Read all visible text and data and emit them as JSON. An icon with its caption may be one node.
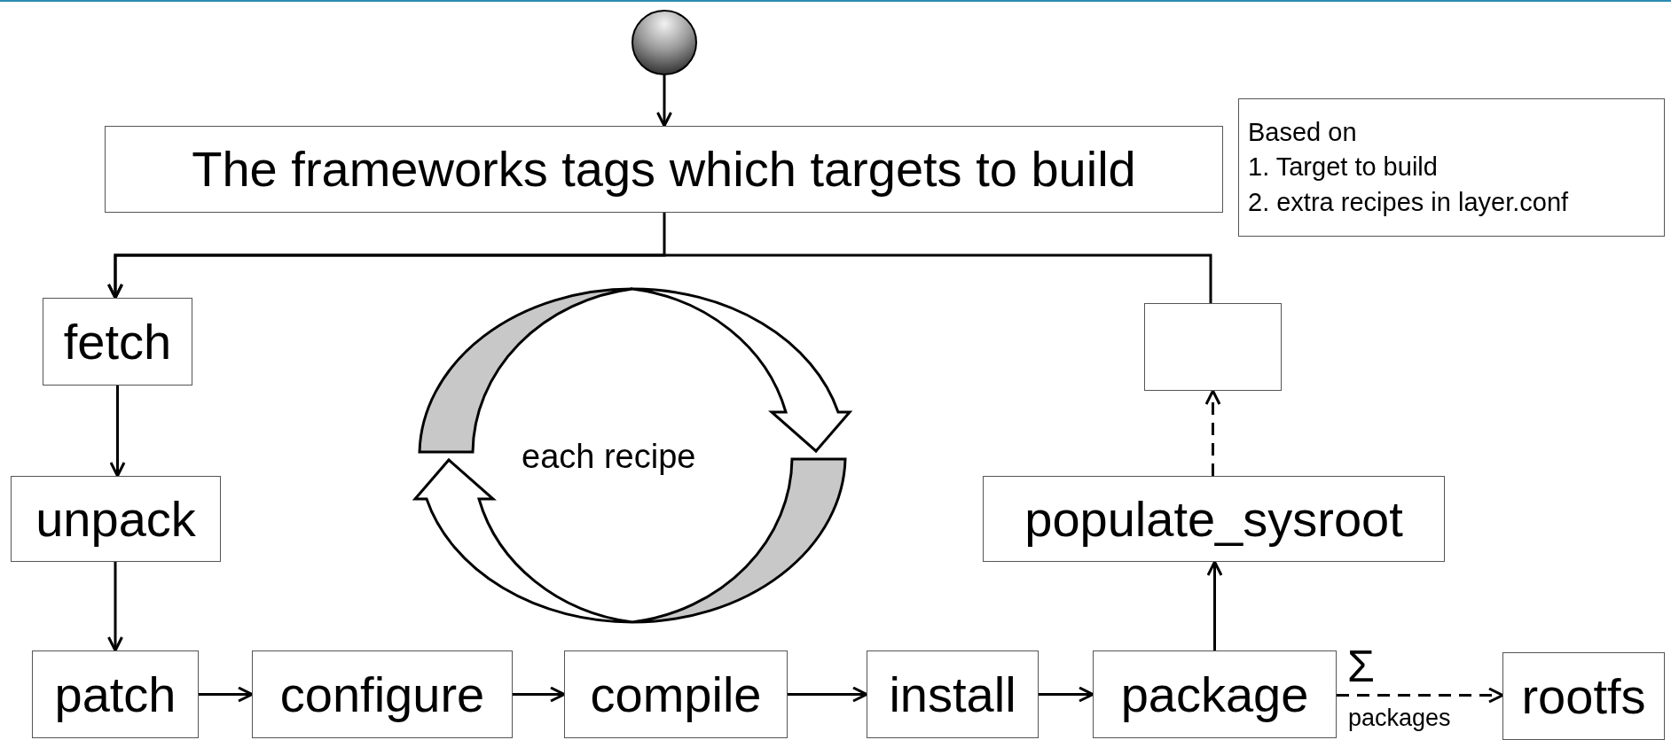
{
  "diagram": {
    "nodes": [
      {
        "text": [],
        "shape": "circle"
      },
      {
        "text": [
          "The frameworks tags which targets to build"
        ]
      },
      {
        "text": [
          "Based on",
          "1. Target to build",
          "2. extra recipes in layer.conf"
        ]
      },
      {
        "text": [
          "fetch"
        ]
      },
      {
        "text": [
          "unpack"
        ]
      },
      {
        "text": [],
        "shape": "box"
      },
      {
        "text": [
          "populate_sysroot"
        ]
      },
      {
        "text": [
          "patch"
        ]
      },
      {
        "text": [
          "configure"
        ]
      },
      {
        "text": [
          "compile"
        ]
      },
      {
        "text": [
          "install"
        ]
      },
      {
        "text": [
          "package"
        ]
      },
      {
        "text": [
          "rootfs"
        ]
      }
    ],
    "edges": [
      {
        "from": 0,
        "to": 1,
        "arrow": "to"
      },
      {
        "from": 1,
        "to": 3,
        "arrow": "to"
      },
      {
        "from": 5,
        "to": 3,
        "arrow": "to"
      },
      {
        "from": 3,
        "to": 4,
        "arrow": "to"
      },
      {
        "from": 4,
        "to": 7,
        "arrow": "to"
      },
      {
        "from": 7,
        "to": 8,
        "arrow": "to"
      },
      {
        "from": 8,
        "to": 9,
        "arrow": "to"
      },
      {
        "from": 9,
        "to": 10,
        "arrow": "to"
      },
      {
        "from": 10,
        "to": 11,
        "arrow": "to"
      },
      {
        "from": 11,
        "to": 6,
        "arrow": "to"
      },
      {
        "from": 6,
        "to": 5,
        "arrow": "to",
        "style": "dashed"
      },
      {
        "from": 11,
        "to": 12,
        "arrow": "to",
        "style": "dashed",
        "label": "Σ"
      }
    ],
    "labels": [
      "each recipe",
      "packages"
    ]
  }
}
